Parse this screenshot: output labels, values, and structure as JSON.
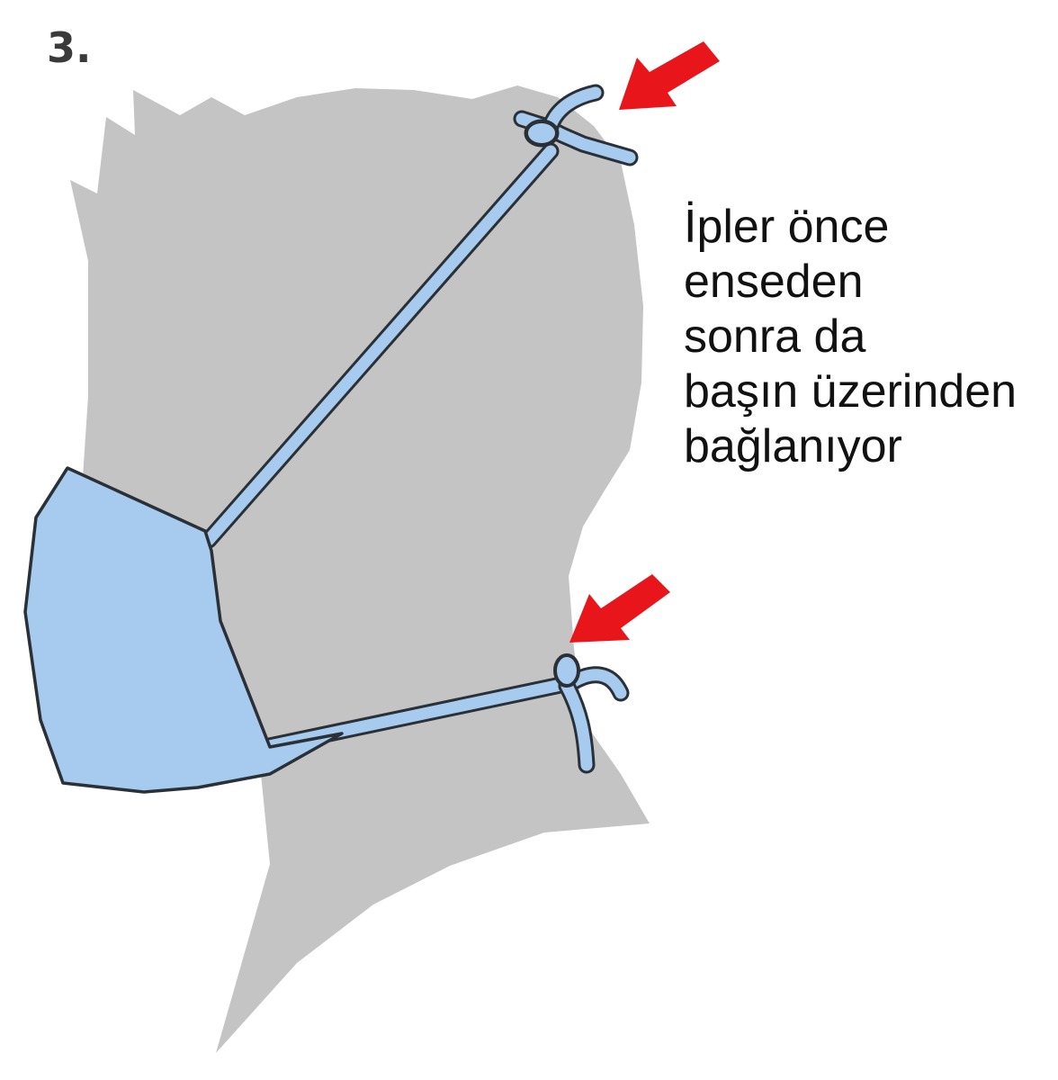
{
  "step": {
    "number": "3."
  },
  "caption": {
    "lines": [
      "İpler önce",
      "enseden",
      "sonra da",
      "başın üzerinden",
      "bağlanıyor"
    ]
  },
  "colors": {
    "silhouette": "#c4c4c4",
    "mask_fill": "#a6cbee",
    "outline": "#2a3036",
    "arrow": "#e8161b"
  },
  "icons": {
    "head": "head-silhouette-icon",
    "mask": "face-mask-icon",
    "arrow": "red-arrow-icon"
  }
}
